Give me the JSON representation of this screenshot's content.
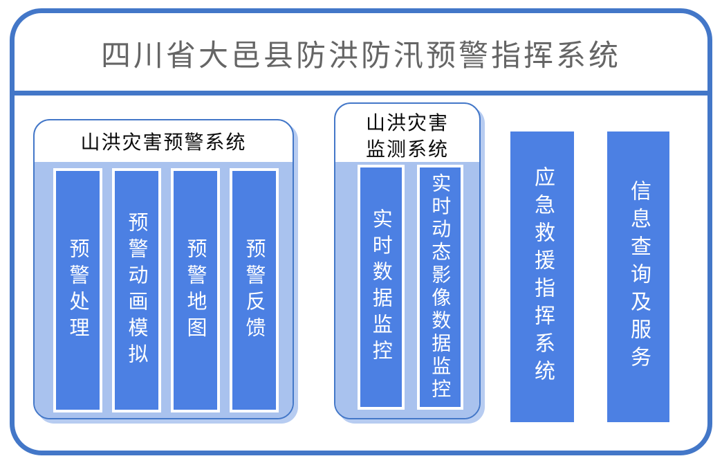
{
  "page": {
    "title": "四川省大邑县防洪防汛预警指挥系统"
  },
  "groups": [
    {
      "title": "山洪灾害预警系统",
      "bars": [
        {
          "label": "预警处理"
        },
        {
          "label": "预警动画模拟"
        },
        {
          "label": "预警地图"
        },
        {
          "label": "预警反馈"
        }
      ]
    },
    {
      "title": "山洪灾害监测系统",
      "bars": [
        {
          "label": "实时数据监控"
        },
        {
          "label": "实时动态影像数据监控"
        }
      ]
    }
  ],
  "standalone_bars": [
    {
      "label": "应急救援指挥系统"
    },
    {
      "label": "信息查询及服务"
    }
  ],
  "colors": {
    "frame_border": "#4377C8",
    "divider": "#4377C8",
    "bar_fill": "#4C80E3",
    "bar_border": "#ffffff",
    "panel_fill": "#A9C2EE",
    "panel_shadow": "#B7CCF1",
    "title_text": "#656565",
    "group_title_text": "#0a0a0a",
    "bar_text": "#ffffff"
  }
}
